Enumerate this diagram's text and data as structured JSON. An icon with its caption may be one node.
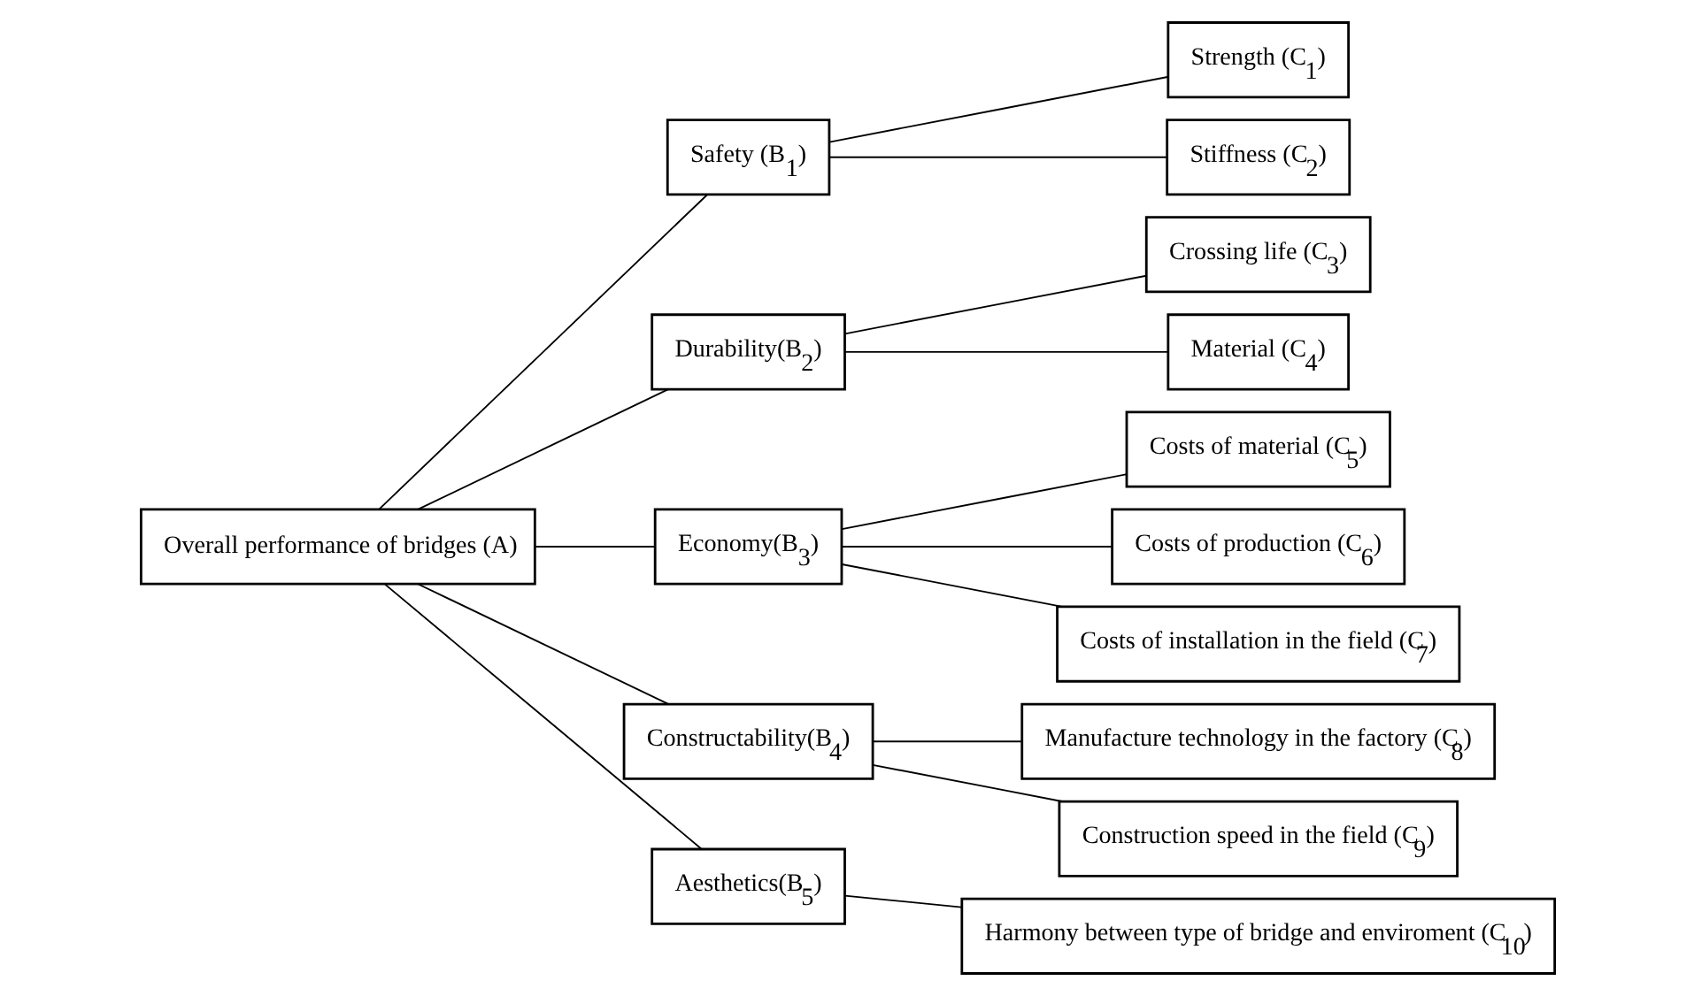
{
  "diagram": {
    "nodes": [
      {
        "text": [
          "Overall performance of bridges (A)"
        ]
      },
      {
        "text": [
          "Safety (B$_{1}$)"
        ]
      },
      {
        "text": [
          "Durability(B$_{2}$)"
        ]
      },
      {
        "text": [
          "Economy(B$_{3}$)"
        ]
      },
      {
        "text": [
          "Constructability(B$_{4}$)"
        ]
      },
      {
        "text": [
          "Aesthetics(B$_{5}$)"
        ]
      },
      {
        "text": [
          "Strength (C$_{1}$)"
        ]
      },
      {
        "text": [
          "Stiffness (C$_{2}$)"
        ]
      },
      {
        "text": [
          "Crossing life (C$_{3}$)"
        ]
      },
      {
        "text": [
          "Material (C$_{4}$)"
        ]
      },
      {
        "text": [
          "Costs of material (C$_{5}$)"
        ]
      },
      {
        "text": [
          "Costs of production (C$_{6}$)"
        ]
      },
      {
        "text": [
          "Costs of installation in the field (C$_{7}$)"
        ]
      },
      {
        "text": [
          "Manufacture technology in the factory (C$_{8}$)"
        ]
      },
      {
        "text": [
          "Construction speed in the field (C$_{9}$)"
        ]
      },
      {
        "text": [
          "Harmony between type of bridge and enviroment (C$_{10}$)"
        ]
      }
    ],
    "edges": [
      {
        "from": 0,
        "to": 1,
        "arrow": "none"
      },
      {
        "from": 0,
        "to": 2,
        "arrow": "none"
      },
      {
        "from": 0,
        "to": 3,
        "arrow": "none"
      },
      {
        "from": 0,
        "to": 4,
        "arrow": "none"
      },
      {
        "from": 0,
        "to": 5,
        "arrow": "none"
      },
      {
        "from": 1,
        "to": 6,
        "arrow": "none"
      },
      {
        "from": 1,
        "to": 7,
        "arrow": "none"
      },
      {
        "from": 2,
        "to": 8,
        "arrow": "none"
      },
      {
        "from": 2,
        "to": 9,
        "arrow": "none"
      },
      {
        "from": 3,
        "to": 10,
        "arrow": "none"
      },
      {
        "from": 3,
        "to": 11,
        "arrow": "none"
      },
      {
        "from": 3,
        "to": 12,
        "arrow": "none"
      },
      {
        "from": 4,
        "to": 13,
        "arrow": "none"
      },
      {
        "from": 4,
        "to": 14,
        "arrow": "none"
      },
      {
        "from": 5,
        "to": 15,
        "arrow": "none"
      }
    ]
  }
}
